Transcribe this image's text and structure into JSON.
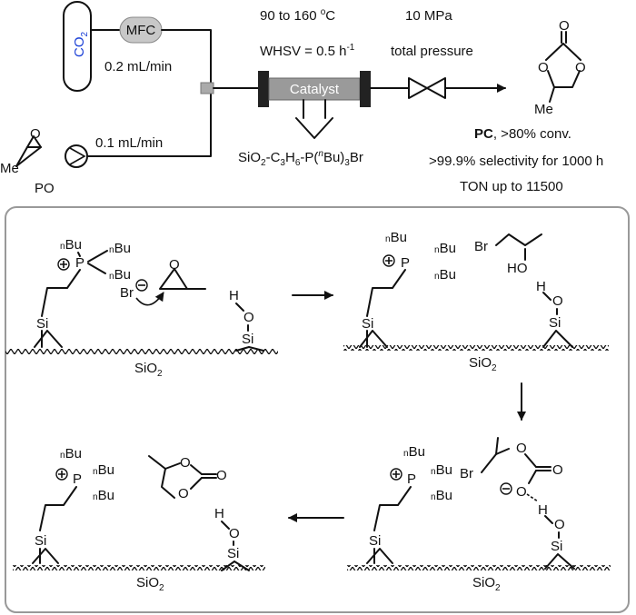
{
  "reactor": {
    "co2_label": "CO",
    "co2_sub": "2",
    "mfc_label": "MFC",
    "co2_flow": "0.2 mL/min",
    "po_flow": "0.1 mL/min",
    "temp_line_a": "90 to 160 ",
    "temp_line_sup": "o",
    "temp_line_b": "C",
    "whsv_a": "WHSV = 0.5 h",
    "whsv_sup": "-1",
    "catalyst_label": "Catalyst",
    "pressure_line1": "10 MPa",
    "pressure_line2": "total pressure",
    "po_label": "PO",
    "po_me": "Me",
    "pc_me": "Me",
    "catalyst_formula": {
      "p1": "SiO",
      "s1": "2",
      "p2": "-C",
      "s2": "3",
      "p3": "H",
      "s3": "6",
      "p4": "-P(",
      "sup_n": "n",
      "p5": "Bu)",
      "s4": "3",
      "p6": "Br"
    },
    "result_pc": "PC",
    "result_line1_rest": ", >80% conv.",
    "result_line2": ">99.9% selectivity for 1000 h",
    "result_line3": "TON up to 11500"
  },
  "mechanism": {
    "substituent_prefix": "n",
    "substituent": "Bu",
    "phosphorus": "P",
    "silicon": "Si",
    "oxygen": "O",
    "hydrogen": "H",
    "bromine": "Br",
    "hydroxyl_ho": "HO",
    "support_a": "SiO",
    "support_sub": "2"
  },
  "colors": {
    "co2_text": "#1a3fd6",
    "catalyst_fill": "#9a9a9a",
    "mfc_fill": "#c8c8c8",
    "panel_border": "#999999"
  }
}
